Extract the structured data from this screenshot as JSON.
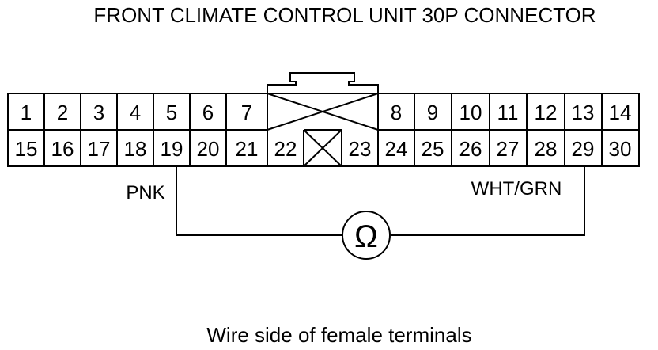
{
  "title": "FRONT CLIMATE CONTROL UNIT 30P CONNECTOR",
  "caption": "Wire side of female terminals",
  "connector": {
    "top_row": [
      "1",
      "2",
      "3",
      "4",
      "5",
      "6",
      "7",
      "",
      "8",
      "9",
      "10",
      "11",
      "12",
      "13",
      "14"
    ],
    "bottom_row": [
      "15",
      "16",
      "17",
      "18",
      "19",
      "20",
      "21",
      "22",
      "",
      "23",
      "24",
      "25",
      "26",
      "27",
      "28",
      "29",
      "30"
    ]
  },
  "wires": {
    "left_label": "PNK",
    "right_label": "WHT/GRN"
  },
  "meter": {
    "symbol": "Ω",
    "icon": "ohmmeter-icon"
  }
}
